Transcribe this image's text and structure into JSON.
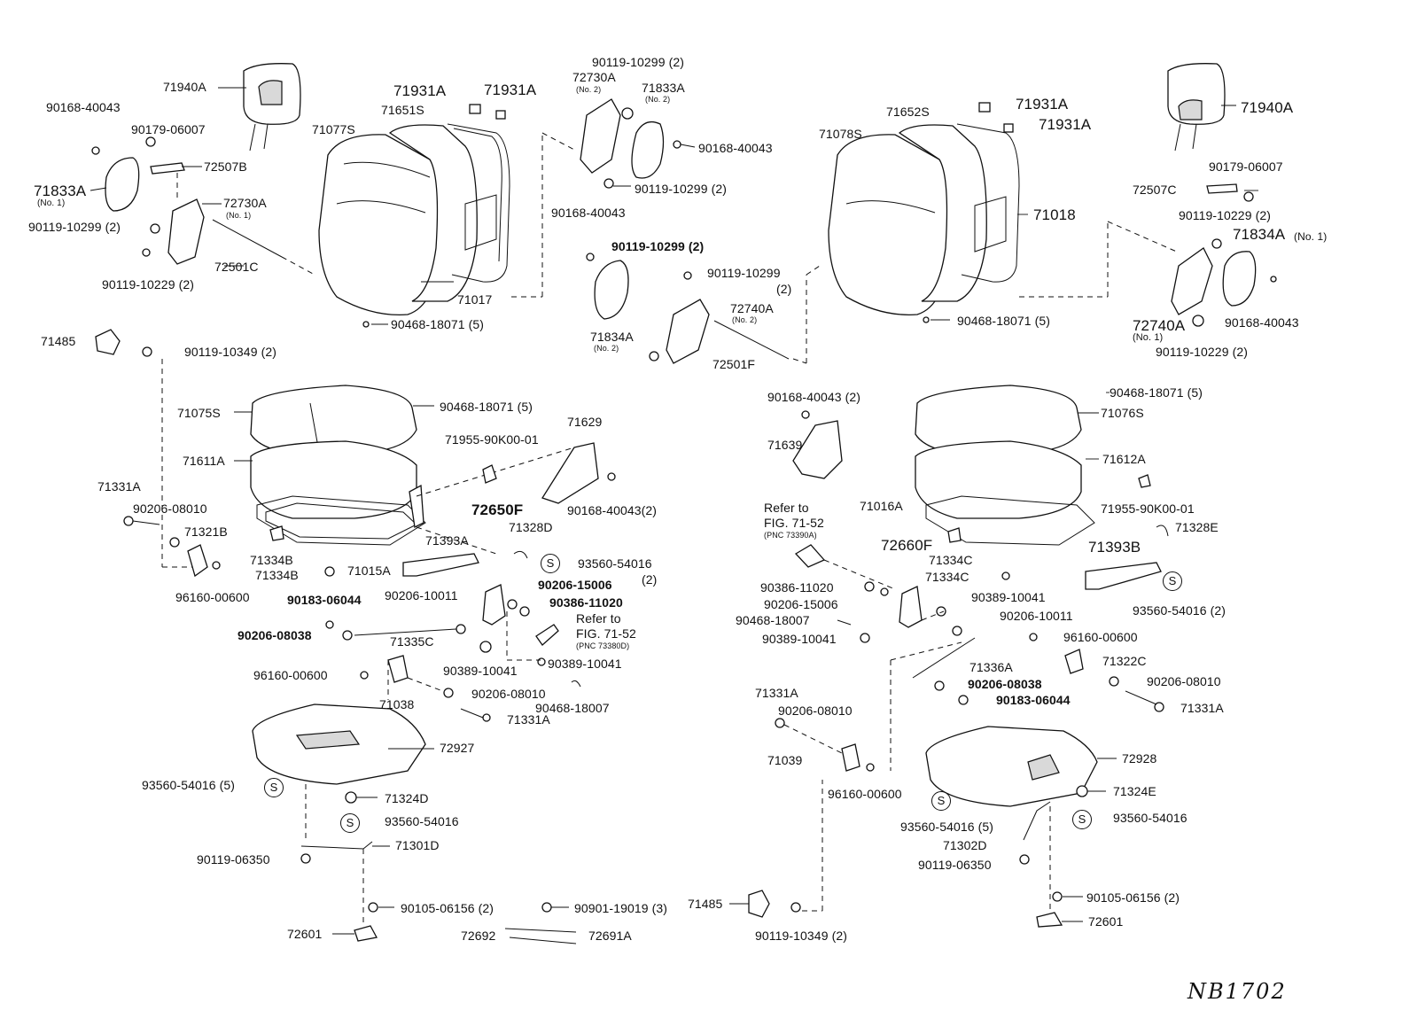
{
  "diagram_code": "NB1702",
  "labels": {
    "l_71940A_left": "71940A",
    "l_90168_40043_a": "90168-40043",
    "l_90179_06007_a": "90179-06007",
    "l_72507B": "72507B",
    "l_71833A_left": "71833A",
    "l_no1_a": "(No. 1)",
    "l_72730A_left": "72730A",
    "l_no1_b": "(No. 1)",
    "l_90119_10299_2_a": "90119-10299 (2)",
    "l_72501C": "72501C",
    "l_90119_10229_2_a": "90119-10229 (2)",
    "l_71077S": "71077S",
    "l_71651S": "71651S",
    "l_71931A_a": "71931A",
    "l_71931A_b": "71931A",
    "l_71017": "71017",
    "l_90468_18071_5_a": "90468-18071 (5)",
    "l_90119_10299_2_b": "90119-10299 (2)",
    "l_72730A_no2": "72730A",
    "l_no2_a": "(No. 2)",
    "l_71833A_no2": "71833A",
    "l_no2_b": "(No. 2)",
    "l_90168_40043_b": "90168-40043",
    "l_90119_10299_2_c": "90119-10299 (2)",
    "l_90168_40043_c": "90168-40043",
    "l_90119_10299_2_d": "90119-10299 (2)",
    "l_90119_10299_e": "90119-10299",
    "l_2_a": "(2)",
    "l_72740A_no2": "72740A",
    "l_no2_c": "(No. 2)",
    "l_71834A_no2": "71834A",
    "l_no2_d": "(No. 2)",
    "l_72501F": "72501F",
    "l_71078S": "71078S",
    "l_71652S": "71652S",
    "l_71931A_c": "71931A",
    "l_71931A_d": "71931A",
    "l_71018": "71018",
    "l_90468_18071_5_b": "90468-18071 (5)",
    "l_71940A_right": "71940A",
    "l_90179_06007_b": "90179-06007",
    "l_72507C": "72507C",
    "l_90119_10229_2_b": "90119-10229 (2)",
    "l_71834A_no1": "71834A",
    "l_no1_c": "(No. 1)",
    "l_72740A_no1": "72740A",
    "l_no1_d": "(No. 1)",
    "l_90168_40043_d": "90168-40043",
    "l_90119_10229_2_c": "90119-10229 (2)",
    "l_71485_a": "71485",
    "l_90119_10349_2_a": "90119-10349 (2)",
    "l_71075S": "71075S",
    "l_90468_18071_5_c": "90468-18071 (5)",
    "l_71611A": "71611A",
    "l_71955_a": "71955-90K00-01",
    "l_71629": "71629",
    "l_90168_40043_2_a": "90168-40043(2)",
    "l_71331A_a": "71331A",
    "l_90206_08010_a": "90206-08010",
    "l_71321B": "71321B",
    "l_71334B_a": "71334B",
    "l_71334B_b": "71334B",
    "l_71015A": "71015A",
    "l_96160_00600_a": "96160-00600",
    "l_72650F": "72650F",
    "l_71328D": "71328D",
    "l_71393A": "71393A",
    "l_93560_54016_a": "93560-54016",
    "l_2_b": "(2)",
    "l_90206_15006_a": "90206-15006",
    "l_90386_11020_a": "90386-11020",
    "l_refer_a1": "Refer to",
    "l_refer_a2": "FIG. 71-52",
    "l_pnc_a": "(PNC 73380D)",
    "l_90389_10041_a": "90389-10041",
    "l_90183_06044_a": "90183-06044",
    "l_90206_10011_a": "90206-10011",
    "l_90206_08038_a": "90206-08038",
    "l_71335C": "71335C",
    "l_90389_10041_b": "90389-10041",
    "l_96160_00600_b": "96160-00600",
    "l_71038": "71038",
    "l_90206_08010_b": "90206-08010",
    "l_90468_18007_a": "90468-18007",
    "l_71331A_b": "71331A",
    "l_72927": "72927",
    "l_93560_54016_5_a": "93560-54016 (5)",
    "l_71324D": "71324D",
    "l_93560_54016_b": "93560-54016",
    "l_90119_06350_a": "90119-06350",
    "l_71301D": "71301D",
    "l_90105_06156_2_a": "90105-06156 (2)",
    "l_72601_a": "72601",
    "l_90901_19019_3": "90901-19019 (3)",
    "l_72692": "72692",
    "l_72691A": "72691A",
    "l_71485_b": "71485",
    "l_90119_10349_2_b": "90119-10349 (2)",
    "l_90168_40043_2_b": "90168-40043 (2)",
    "l_71639": "71639",
    "l_refer_b1": "Refer to",
    "l_refer_b2": "FIG. 71-52",
    "l_pnc_b": "(PNC 73390A)",
    "l_72660F": "72660F",
    "l_90386_11020_b": "90386-11020",
    "l_90206_15006_b": "90206-15006",
    "l_90468_18007_b": "90468-18007",
    "l_90389_10041_c": "90389-10041",
    "l_90468_18071_5_d": "90468-18071 (5)",
    "l_71076S": "71076S",
    "l_71612A": "71612A",
    "l_71016A": "71016A",
    "l_71955_b": "71955-90K00-01",
    "l_71328E": "71328E",
    "l_71334C_a": "71334C",
    "l_71334C_b": "71334C",
    "l_71393B": "71393B",
    "l_93560_54016_2_c": "93560-54016 (2)",
    "l_90389_10041_d": "90389-10041",
    "l_90206_10011_b": "90206-10011",
    "l_96160_00600_c": "96160-00600",
    "l_71336A": "71336A",
    "l_71322C": "71322C",
    "l_90206_08038_b": "90206-08038",
    "l_90183_06044_b": "90183-06044",
    "l_90206_08010_c": "90206-08010",
    "l_71331A_c": "71331A",
    "l_71331A_d": "71331A",
    "l_90206_08010_d": "90206-08010",
    "l_71039": "71039",
    "l_96160_00600_d": "96160-00600",
    "l_72928": "72928",
    "l_71324E": "71324E",
    "l_93560_54016_5_b": "93560-54016 (5)",
    "l_93560_54016_c": "93560-54016",
    "l_71302D": "71302D",
    "l_90119_06350_b": "90119-06350",
    "l_90105_06156_2_b": "90105-06156 (2)",
    "l_72601_b": "72601"
  },
  "s_marker": "S"
}
